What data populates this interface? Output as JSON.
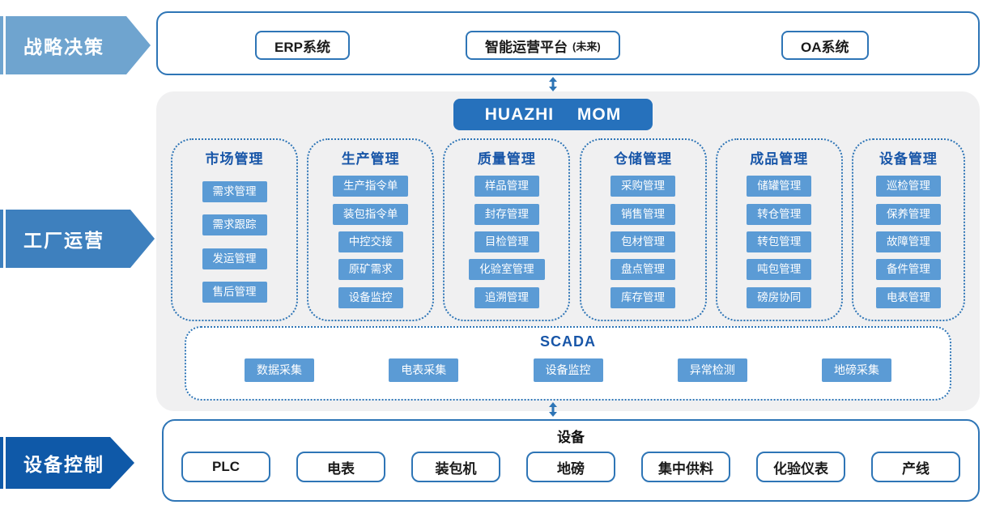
{
  "left_banners": [
    {
      "label": "战略决策",
      "color": "#6FA4CF"
    },
    {
      "label": "工厂运营",
      "color": "#3E80BE"
    },
    {
      "label": "设备控制",
      "color": "#0F59A8"
    }
  ],
  "top_systems": {
    "items": [
      {
        "label": "ERP系统"
      },
      {
        "label": "智能运营平台",
        "suffix": "(未来)"
      },
      {
        "label": "OA系统"
      }
    ]
  },
  "mom": {
    "title": "HUAZHI MOM",
    "columns": [
      {
        "header": "市场管理",
        "items": [
          "需求管理",
          "需求跟踪",
          "发运管理",
          "售后管理"
        ]
      },
      {
        "header": "生产管理",
        "items": [
          "生产指令单",
          "装包指令单",
          "中控交接",
          "原矿需求",
          "设备监控"
        ]
      },
      {
        "header": "质量管理",
        "items": [
          "样品管理",
          "封存管理",
          "目检管理",
          "化验室管理",
          "追溯管理"
        ]
      },
      {
        "header": "仓储管理",
        "items": [
          "采购管理",
          "销售管理",
          "包材管理",
          "盘点管理",
          "库存管理"
        ]
      },
      {
        "header": "成品管理",
        "items": [
          "储罐管理",
          "转仓管理",
          "转包管理",
          "吨包管理",
          "磅房协同"
        ]
      },
      {
        "header": "设备管理",
        "items": [
          "巡检管理",
          "保养管理",
          "故障管理",
          "备件管理",
          "电表管理"
        ]
      }
    ]
  },
  "scada": {
    "title": "SCADA",
    "items": [
      "数据采集",
      "电表采集",
      "设备监控",
      "异常检测",
      "地磅采集"
    ]
  },
  "equipment": {
    "title": "设备",
    "items": [
      "PLC",
      "电表",
      "装包机",
      "地磅",
      "集中供料",
      "化验仪表",
      "产线"
    ]
  },
  "colors": {
    "border_blue": "#2E75B6",
    "chip_blue": "#5B9BD5",
    "header_blue": "#1856A8",
    "mom_bar_blue": "#2671BC",
    "panel_gray": "#F0F0F1",
    "banner_light": "#6FA4CF",
    "banner_medium": "#3E80BE",
    "banner_dark": "#0F59A8"
  }
}
